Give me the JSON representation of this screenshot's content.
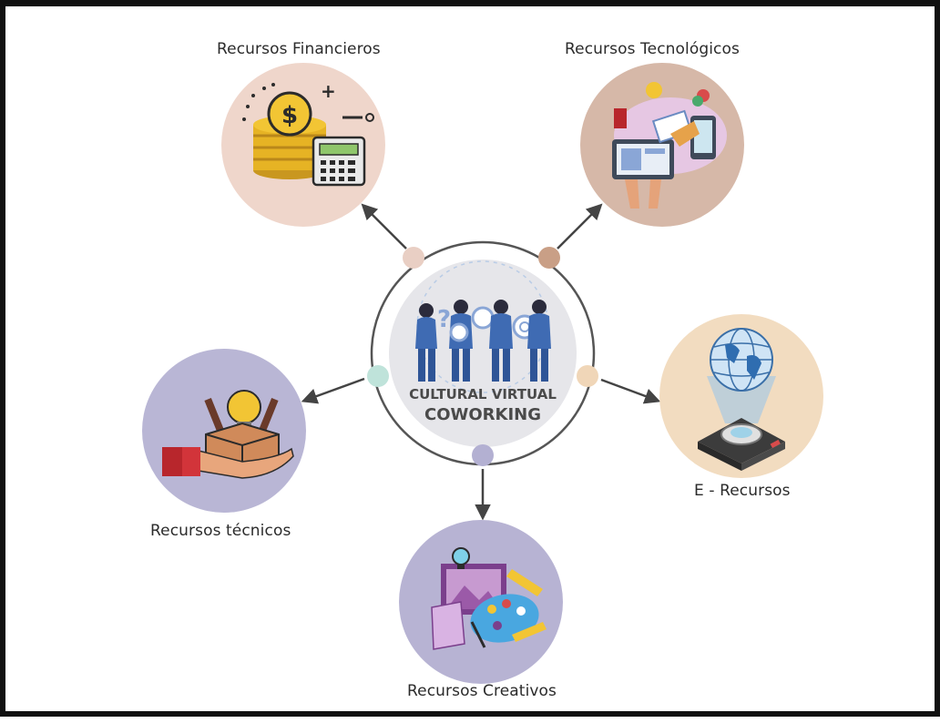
{
  "center": {
    "line1": "CULTURAL VIRTUAL",
    "line2": "COWORKING"
  },
  "nodes": [
    {
      "id": "financieros",
      "label": "Recursos Financieros",
      "icon": "coins-calculator-icon",
      "color": "#efd6cb"
    },
    {
      "id": "tecnologicos",
      "label": "Recursos Tecnológicos",
      "icon": "devices-hands-icon",
      "color": "#d6b8a8"
    },
    {
      "id": "e-recursos",
      "label": "E - Recursos",
      "icon": "hologram-globe-icon",
      "color": "#f2dcc0"
    },
    {
      "id": "creativos",
      "label": "Recursos Creativos",
      "icon": "art-palette-icon",
      "color": "#b7b3d3"
    },
    {
      "id": "tecnicos",
      "label": "Recursos técnicos",
      "icon": "hand-box-tools-icon",
      "color": "#b9b6d5"
    }
  ],
  "connector_dots": {
    "financieros": "#e9cfc4",
    "tecnologicos": "#c99f86",
    "e-recursos": "#f0d6b8",
    "creativos": "#b3b0d2",
    "tecnicos": "#bfe3da"
  },
  "colors": {
    "ring": "#555555",
    "arrow": "#444444",
    "center_fill": "#e6e6ea",
    "people_blue": "#3f6bb3"
  }
}
